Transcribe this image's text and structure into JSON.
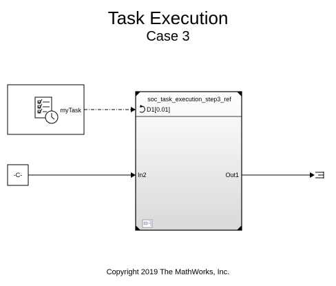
{
  "diagram": {
    "title": "Task Execution",
    "subtitle": "Case 3",
    "copyright": "Copyright 2019 The MathWorks, Inc."
  },
  "blocks": {
    "task_manager": {
      "port_label": "myTask",
      "icon": "task-list-clock-icon"
    },
    "constant": {
      "label": "-C-"
    },
    "model_reference": {
      "name": "soc_task_execution_step3_ref",
      "event_port_label": "D1[0.01]",
      "input_port_label": "In2",
      "output_port_label": "Out1",
      "event_icon": "circular-arrow-icon",
      "corner_icon": "model-reference-icon"
    },
    "terminator": {
      "icon": "terminator-icon"
    }
  }
}
